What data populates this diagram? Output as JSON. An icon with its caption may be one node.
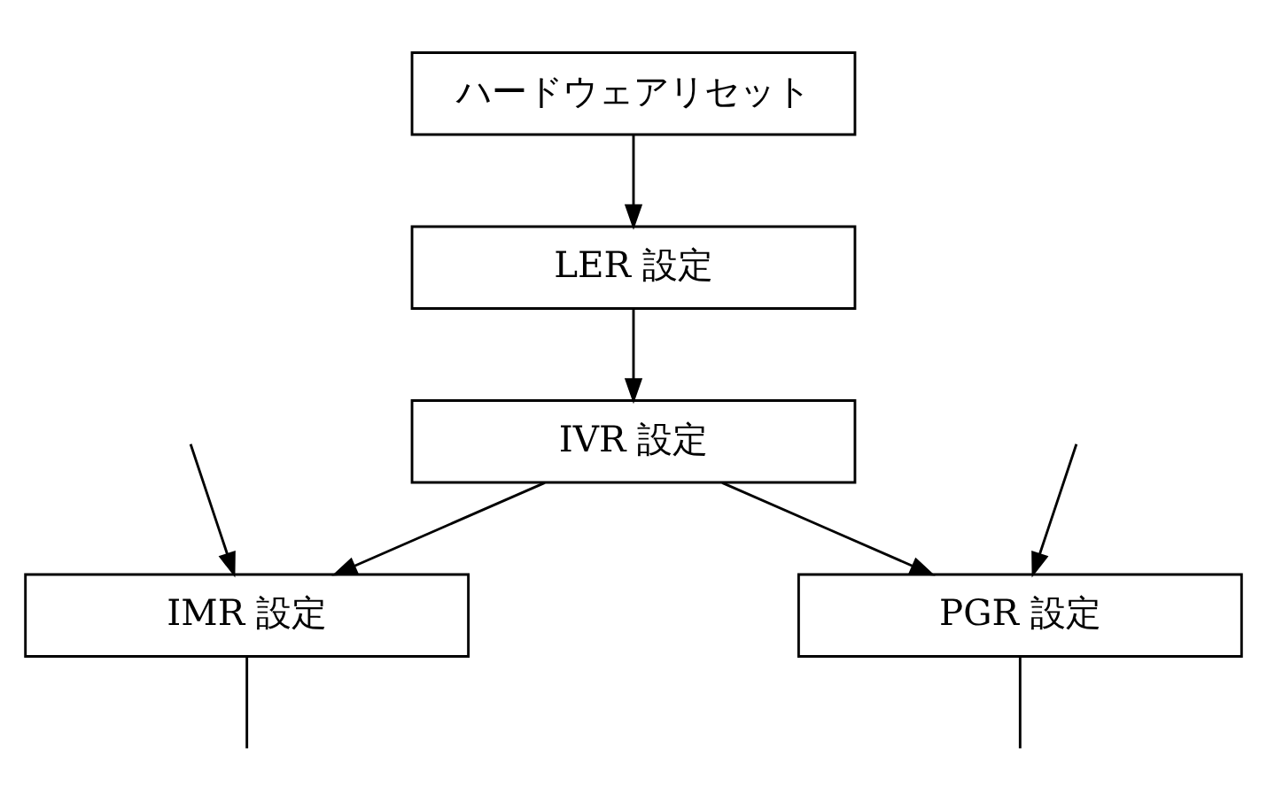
{
  "diagram": {
    "nodes": [
      {
        "text": [
          "ハードウェアリセット"
        ]
      },
      {
        "text": [
          "LER 設定"
        ]
      },
      {
        "text": [
          "IVR 設定"
        ]
      },
      {
        "text": [
          "IMR 設定"
        ]
      },
      {
        "text": [
          "PGR 設定"
        ]
      }
    ],
    "edges": [
      {
        "from": 0,
        "to": 1,
        "arrow": "to"
      },
      {
        "from": 1,
        "to": 2,
        "arrow": "to"
      },
      {
        "from": 2,
        "to": 3,
        "arrow": "to"
      },
      {
        "from": 2,
        "to": 4,
        "arrow": "to"
      },
      {
        "from": null,
        "to": 3,
        "arrow": "to"
      },
      {
        "from": null,
        "to": 4,
        "arrow": "to"
      },
      {
        "from": 3,
        "to": null,
        "arrow": "none"
      },
      {
        "from": 4,
        "to": null,
        "arrow": "none"
      }
    ]
  }
}
